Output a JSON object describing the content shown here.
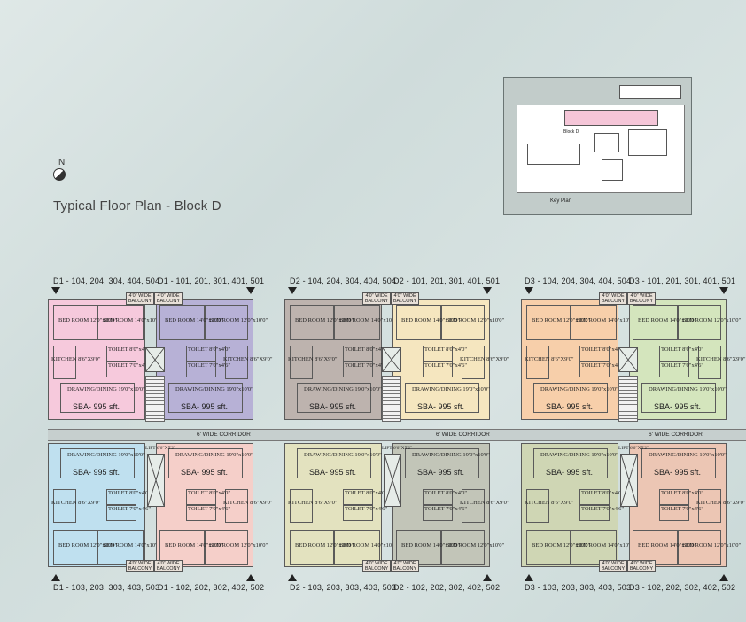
{
  "title": "Typical Floor Plan - Block D",
  "north_label": "N",
  "key_plan": {
    "label": "Key Plan",
    "block_label": "Block D"
  },
  "corridor_label": "6' WIDE CORRIDOR",
  "sba": "SBA- 995 sft.",
  "lift_label": "LIFT 6'6\"X5'2\"",
  "balcony_label": "4'0\" WIDE BALCONY",
  "rooms": {
    "bed_12": "BED ROOM 12'0\"x10'0\"",
    "bed_14": "BED ROOM 14'0\"x10'0\"",
    "kitchen": "KITCHEN 8'6\"X9'0\"",
    "toilet_a": "TOILET 8'0\"x4'0\"",
    "toilet_b": "TOILET 7'0\"x4'6\"",
    "dining": "DRAWING/DINING 19'0\"x10'0\""
  },
  "units": {
    "top": [
      "D1 - 104, 204, 304, 404, 504",
      "D1 - 101, 201, 301, 401, 501",
      "D2 - 104, 204, 304, 404, 504",
      "D2 - 101, 201, 301, 401, 501",
      "D3 - 104, 204, 304, 404, 504",
      "D3 - 101, 201, 301, 401, 501"
    ],
    "bottom": [
      "D1 - 103, 203, 303, 403, 503",
      "D1 - 102, 202, 302, 402, 502",
      "D2 - 103, 203, 303, 403, 503",
      "D2 - 102, 202, 302, 402, 502",
      "D3 - 103, 203, 303, 403, 503",
      "D3 - 102, 202, 302, 402, 502"
    ]
  },
  "colors": {
    "d1_tl": "#f6c9dc",
    "d1_tr": "#b7b1d6",
    "d1_bl": "#bfe0ef",
    "d1_br": "#f5cfc9",
    "d2_tl": "#bdb3ae",
    "d2_tr": "#f5e6bf",
    "d2_bl": "#e3e2bf",
    "d2_br": "#c2c5b8",
    "d3_tl": "#f7cfaa",
    "d3_tr": "#d4e5bd",
    "d3_bl": "#cfd6b4",
    "d3_br": "#ecc6b4"
  }
}
